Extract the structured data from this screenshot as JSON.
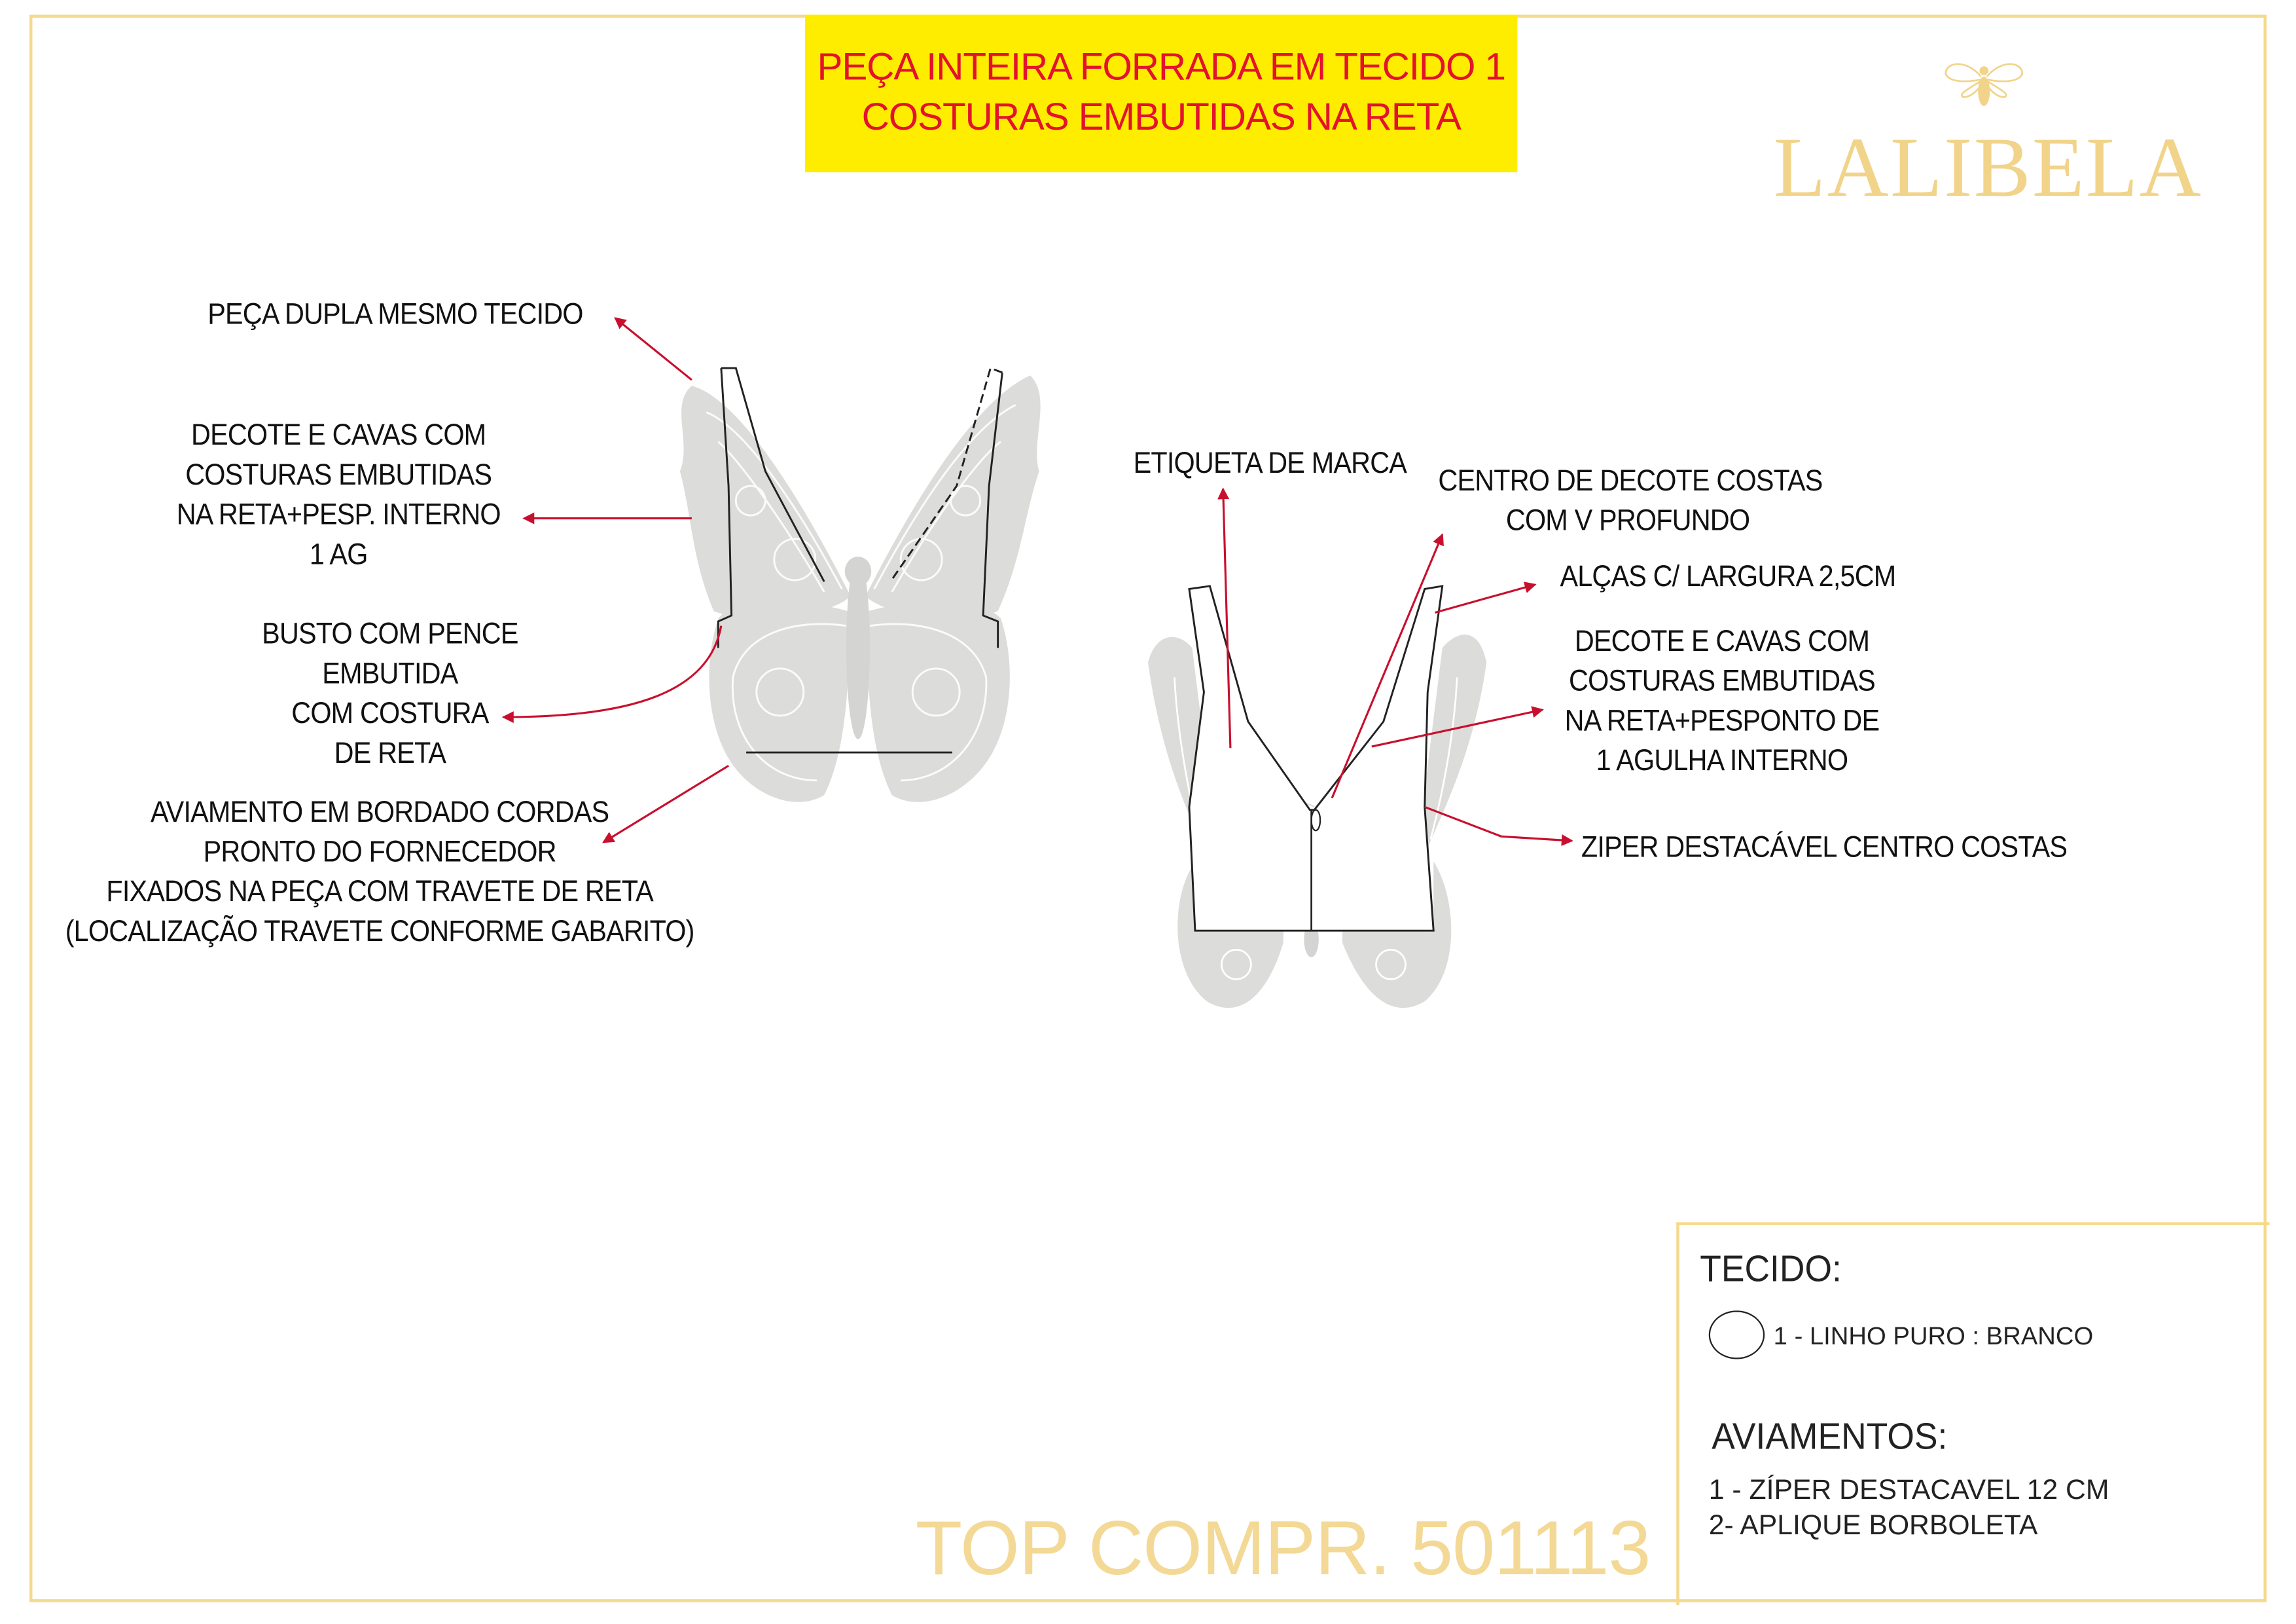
{
  "banner": {
    "line1": "PEÇA INTEIRA FORRADA EM TECIDO 1",
    "line2": "COSTURAS EMBUTIDAS NA RETA"
  },
  "logo": {
    "text": "LALIBELA",
    "icon": "bee-icon"
  },
  "front_notes": {
    "double_piece": "PEÇA DUPLA MESMO TECIDO",
    "neckline": [
      "DECOTE E CAVAS COM",
      "COSTURAS EMBUTIDAS",
      "NA RETA+PESP. INTERNO",
      "1 AG"
    ],
    "bust": [
      "BUSTO COM PENCE",
      "EMBUTIDA",
      "COM COSTURA",
      "DE RETA"
    ],
    "trim": [
      "AVIAMENTO EM BORDADO CORDAS",
      "PRONTO DO FORNECEDOR",
      "FIXADOS NA PEÇA COM TRAVETE DE RETA",
      "(LOCALIZAÇÃO TRAVETE CONFORME GABARITO)"
    ]
  },
  "back_notes": {
    "label": "ETIQUETA DE MARCA",
    "center": [
      "CENTRO DE DECOTE COSTAS",
      "COM V PROFUNDO"
    ],
    "straps": "ALÇAS C/ LARGURA 2,5CM",
    "neckline": [
      "DECOTE E CAVAS COM",
      "COSTURAS EMBUTIDAS",
      "NA RETA+PESPONTO DE",
      "1 AGULHA INTERNO"
    ],
    "zipper": "ZIPER DESTACÁVEL CENTRO COSTAS"
  },
  "model": "TOP COMPR. 501113",
  "info": {
    "fabric_title": "TECIDO:",
    "fabric_item": "1 - LINHO PURO : BRANCO",
    "trims_title": "AVIAMENTOS:",
    "trims": [
      "1 - ZÍPER DESTACAVEL 12 CM",
      "2- APLIQUE BORBOLETA"
    ]
  },
  "colors": {
    "accent_red": "#e3122d",
    "banner_yellow": "#ffed00",
    "gold": "#f1d48a",
    "arrow": "#c8102e",
    "wing_grey": "#dcdcda"
  }
}
